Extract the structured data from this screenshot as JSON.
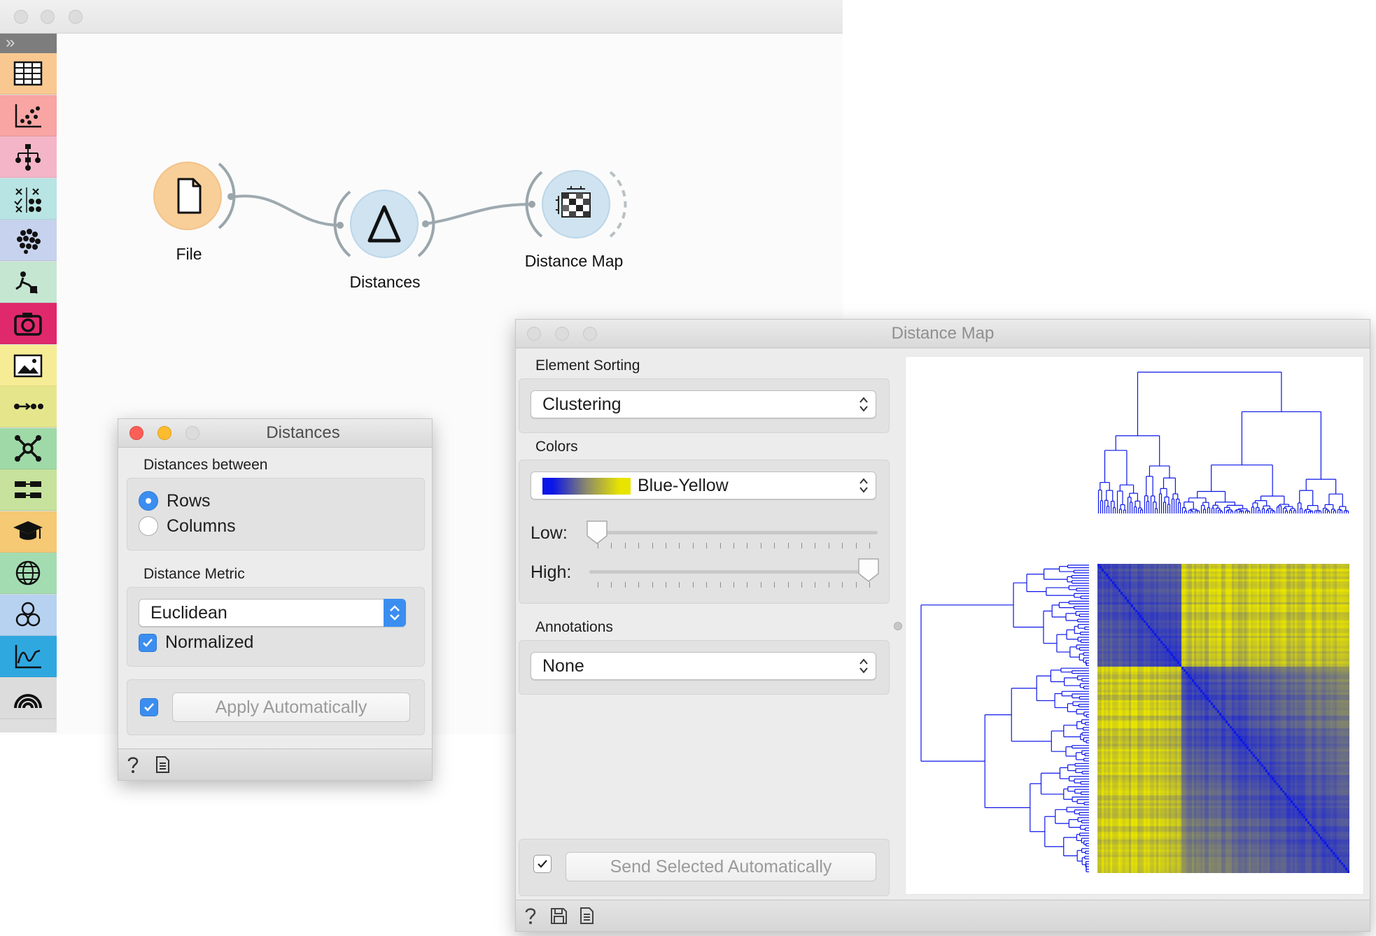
{
  "workflow": {
    "nodes": [
      {
        "label": "File",
        "color": "#f8cf99"
      },
      {
        "label": "Distances",
        "color": "#cfe3f1"
      },
      {
        "label": "Distance Map",
        "color": "#cfe3f1"
      }
    ]
  },
  "toolbox": {
    "categories": [
      {
        "name": "data",
        "icon": "table-icon",
        "color": "#f9c890"
      },
      {
        "name": "visualize",
        "icon": "scatter-plot-icon",
        "color": "#f8a5a4"
      },
      {
        "name": "model",
        "icon": "tree-icon",
        "color": "#f4b5c8"
      },
      {
        "name": "evaluate",
        "icon": "evaluate-icon",
        "color": "#b8e4e4"
      },
      {
        "name": "unsupervised",
        "icon": "clusters-icon",
        "color": "#c7d3ee"
      },
      {
        "name": "educational",
        "icon": "paint-icon",
        "color": "#c5e7d2"
      },
      {
        "name": "image-analytics",
        "icon": "camera-icon",
        "color": "#e0296d"
      },
      {
        "name": "image-viewer",
        "icon": "image-icon",
        "color": "#f6ec95"
      },
      {
        "name": "time-series",
        "icon": "sequence-icon",
        "color": "#e5e68c"
      },
      {
        "name": "network",
        "icon": "network-icon",
        "color": "#9fd9a8"
      },
      {
        "name": "prototypes",
        "icon": "blocks-icon",
        "color": "#c6e29c"
      },
      {
        "name": "education",
        "icon": "graduation-cap-icon",
        "color": "#f6c974"
      },
      {
        "name": "geo",
        "icon": "globe-icon",
        "color": "#a4dcb2"
      },
      {
        "name": "bioinformatics",
        "icon": "circles-icon",
        "color": "#b7d2f0"
      },
      {
        "name": "spectroscopy",
        "icon": "line-chart-icon",
        "color": "#2fa8e0"
      },
      {
        "name": "single-cell",
        "icon": "rainbow-icon",
        "color": "#dcdcdc"
      }
    ]
  },
  "distances": {
    "title": "Distances",
    "distances_between_label": "Distances between",
    "rows_label": "Rows",
    "columns_label": "Columns",
    "selected_axis": "Rows",
    "distance_metric_label": "Distance Metric",
    "metric_value": "Euclidean",
    "normalized_label": "Normalized",
    "normalized_checked": true,
    "apply_label": "Apply Automatically",
    "apply_checked": true
  },
  "distance_map": {
    "title": "Distance Map",
    "element_sorting_label": "Element Sorting",
    "sorting_value": "Clustering",
    "colors_label": "Colors",
    "color_scheme": "Blue-Yellow",
    "low_label": "Low:",
    "high_label": "High:",
    "low_value": 0.0,
    "high_value": 1.0,
    "annotations_label": "Annotations",
    "annotations_value": "None",
    "send_label": "Send Selected Automatically",
    "send_checked": true,
    "palette": {
      "low": "#0b16e8",
      "high": "#e8e400"
    }
  }
}
